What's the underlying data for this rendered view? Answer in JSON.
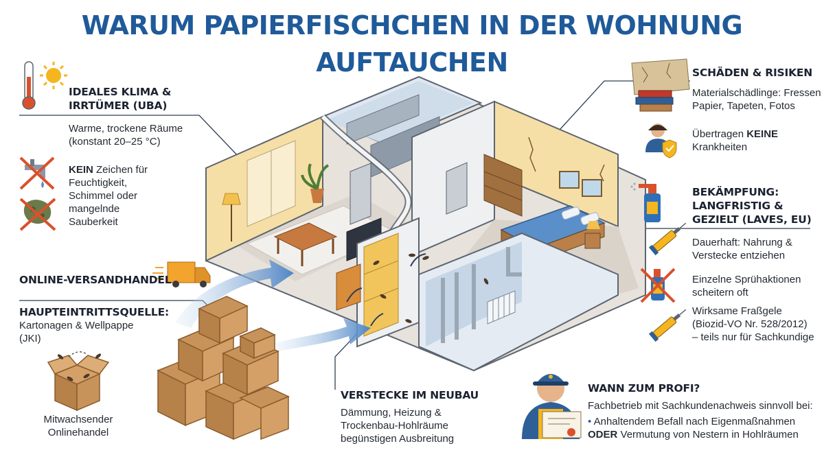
{
  "title": "WARUM PAPIERFISCHCHEN IN DER WOHNUNG AUFTAUCHEN",
  "klima": {
    "heading_line1": "IDEALES KLIMA &",
    "heading_line2": "IRRTÜMER (UBA)",
    "warm_line1": "Warme, trockene Räume",
    "warm_line2": "(konstant 20–25 °C)",
    "kein_bold": "KEIN",
    "kein_line1": " Zeichen für",
    "kein_line2": "Feuchtigkeit,",
    "kein_line3": "Schimmel oder",
    "kein_line4": "mangelnde",
    "kein_line5": "Sauberkeit"
  },
  "versand": {
    "heading": "ONLINE-VERSANDHANDEL",
    "source_heading": "HAUPTEINTRITTSQUELLE:",
    "source_line1": "Kartonagen & Wellpappe",
    "source_line2": "(JKI)",
    "box_line1": "Mitwachsender",
    "box_line2": "Onlinehandel"
  },
  "neubau": {
    "heading": "VERSTECKE IM NEUBAU",
    "line1": "Dämmung, Heizung &",
    "line2": "Trockenbau-Hohlräume",
    "line3": "begünstigen Ausbreitung"
  },
  "schaeden": {
    "heading": "SCHÄDEN & RISIKEN",
    "line1": "Materialschädlinge: Fressen",
    "line2": "Papier, Tapeten, Fotos",
    "health_line1_pre": "Übertragen ",
    "health_bold": "KEINE",
    "health_line2": "Krankheiten"
  },
  "bekaempfung": {
    "heading_line1": "BEKÄMPFUNG:",
    "heading_line2": "LANGFRISTIG &",
    "heading_line3": "GEZIELT (LAVES, EU)",
    "item1_line1": "Dauerhaft: Nahrung &",
    "item1_line2": "Verstecke entziehen",
    "item2_line1": "Einzelne Sprühaktionen",
    "item2_line2": "scheitern oft",
    "item3_line1": "Wirksame Fraßgele",
    "item3_line2": "(Biozid-VO Nr. 528/2012)",
    "item3_line3": "– teils nur für Sachkundige"
  },
  "profi": {
    "heading": "WANN ZUM PROFI?",
    "intro": "Fachbetrieb mit Sachkundenachweis sinnvoll bei:",
    "bullet": "•",
    "item1": "Anhaltendem Befall nach Eigenmaßnahmen",
    "oder": "ODER",
    "item2": " Vermutung von Nestern in Hohlräumen"
  },
  "colors": {
    "title": "#1f5a9a",
    "arrow": "#4f86c6",
    "cardboard": "#c8935a",
    "wall_yellow": "#f6dfa6",
    "bed_blue": "#5b8fc9",
    "cross_red": "#d9512c"
  }
}
